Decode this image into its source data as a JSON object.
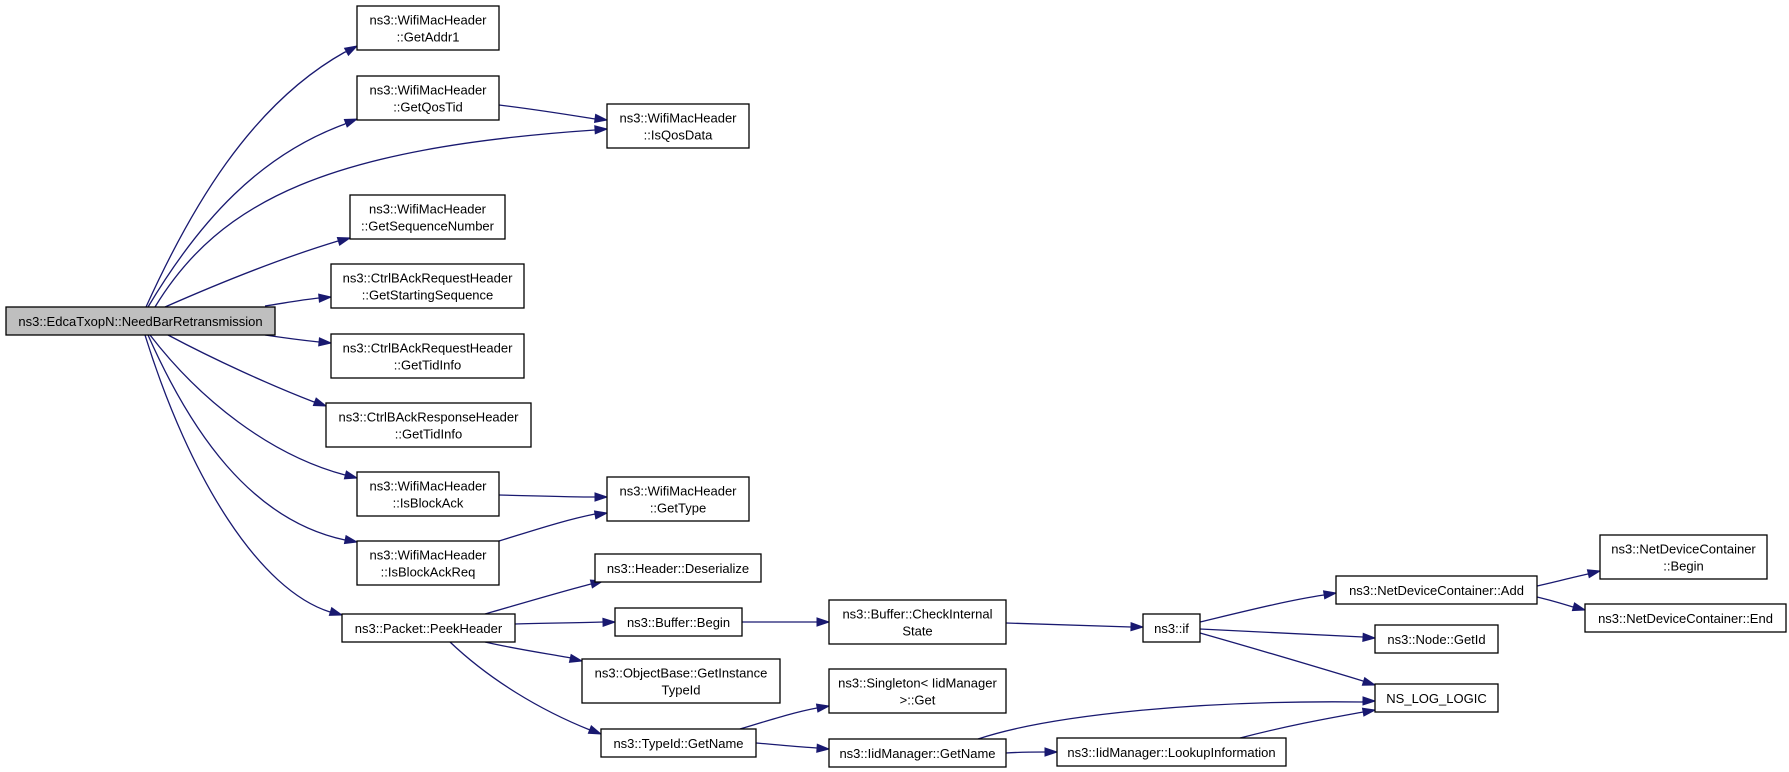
{
  "graph": {
    "colors": {
      "edge": "#191970",
      "root_fill": "#bfbfbf",
      "node_fill": "#ffffff",
      "border": "#000000"
    },
    "nodes": [
      {
        "id": "needbar",
        "lines": [
          "ns3::EdcaTxopN::NeedBarRetransmission"
        ],
        "root": true
      },
      {
        "id": "getaddr1",
        "lines": [
          "ns3::WifiMacHeader",
          "::GetAddr1"
        ]
      },
      {
        "id": "getqostid",
        "lines": [
          "ns3::WifiMacHeader",
          "::GetQosTid"
        ]
      },
      {
        "id": "isqosdata",
        "lines": [
          "ns3::WifiMacHeader",
          "::IsQosData"
        ]
      },
      {
        "id": "getseqnum",
        "lines": [
          "ns3::WifiMacHeader",
          "::GetSequenceNumber"
        ]
      },
      {
        "id": "getstartseq",
        "lines": [
          "ns3::CtrlBAckRequestHeader",
          "::GetStartingSequence"
        ]
      },
      {
        "id": "reqtidinfo",
        "lines": [
          "ns3::CtrlBAckRequestHeader",
          "::GetTidInfo"
        ]
      },
      {
        "id": "resptidinfo",
        "lines": [
          "ns3::CtrlBAckResponseHeader",
          "::GetTidInfo"
        ]
      },
      {
        "id": "isblockack",
        "lines": [
          "ns3::WifiMacHeader",
          "::IsBlockAck"
        ]
      },
      {
        "id": "gettype",
        "lines": [
          "ns3::WifiMacHeader",
          "::GetType"
        ]
      },
      {
        "id": "isblockackreq",
        "lines": [
          "ns3::WifiMacHeader",
          "::IsBlockAckReq"
        ]
      },
      {
        "id": "deserialize",
        "lines": [
          "ns3::Header::Deserialize"
        ]
      },
      {
        "id": "peekheader",
        "lines": [
          "ns3::Packet::PeekHeader"
        ]
      },
      {
        "id": "bufbegin",
        "lines": [
          "ns3::Buffer::Begin"
        ]
      },
      {
        "id": "checkinternal",
        "lines": [
          "ns3::Buffer::CheckInternal",
          "State"
        ]
      },
      {
        "id": "nsif",
        "lines": [
          "ns3::if"
        ]
      },
      {
        "id": "ndcadd",
        "lines": [
          "ns3::NetDeviceContainer::Add"
        ]
      },
      {
        "id": "ndcbegin",
        "lines": [
          "ns3::NetDeviceContainer",
          "::Begin"
        ]
      },
      {
        "id": "ndcend",
        "lines": [
          "ns3::NetDeviceContainer::End"
        ]
      },
      {
        "id": "nodegetid",
        "lines": [
          "ns3::Node::GetId"
        ]
      },
      {
        "id": "nslog",
        "lines": [
          "NS_LOG_LOGIC"
        ]
      },
      {
        "id": "getinsttypeid",
        "lines": [
          "ns3::ObjectBase::GetInstance",
          "TypeId"
        ]
      },
      {
        "id": "singletonget",
        "lines": [
          "ns3::Singleton< IidManager",
          ">::Get"
        ]
      },
      {
        "id": "typeidgetname",
        "lines": [
          "ns3::TypeId::GetName"
        ]
      },
      {
        "id": "iidgetname",
        "lines": [
          "ns3::IidManager::GetName"
        ]
      },
      {
        "id": "lookupinfo",
        "lines": [
          "ns3::IidManager::LookupInformation"
        ]
      }
    ]
  }
}
